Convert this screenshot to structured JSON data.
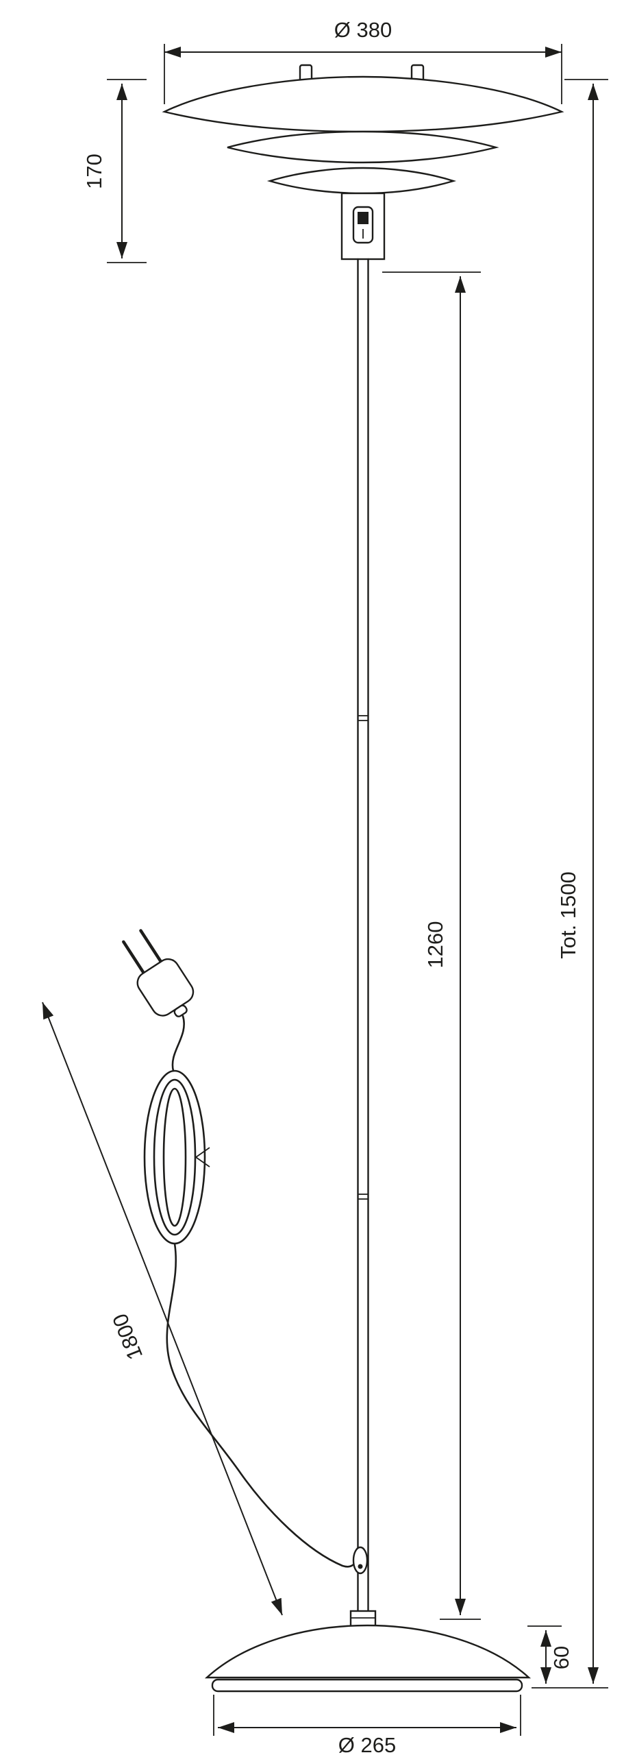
{
  "drawing": {
    "labels": {
      "shade_diameter": "Ø 380",
      "shade_height": "170",
      "pole_height": "1260",
      "total_height": "Tot. 1500",
      "cord_length": "1800",
      "base_height": "60",
      "base_diameter": "Ø 265"
    },
    "colors": {
      "line": "#1d1d1b",
      "background": "#ffffff"
    }
  }
}
